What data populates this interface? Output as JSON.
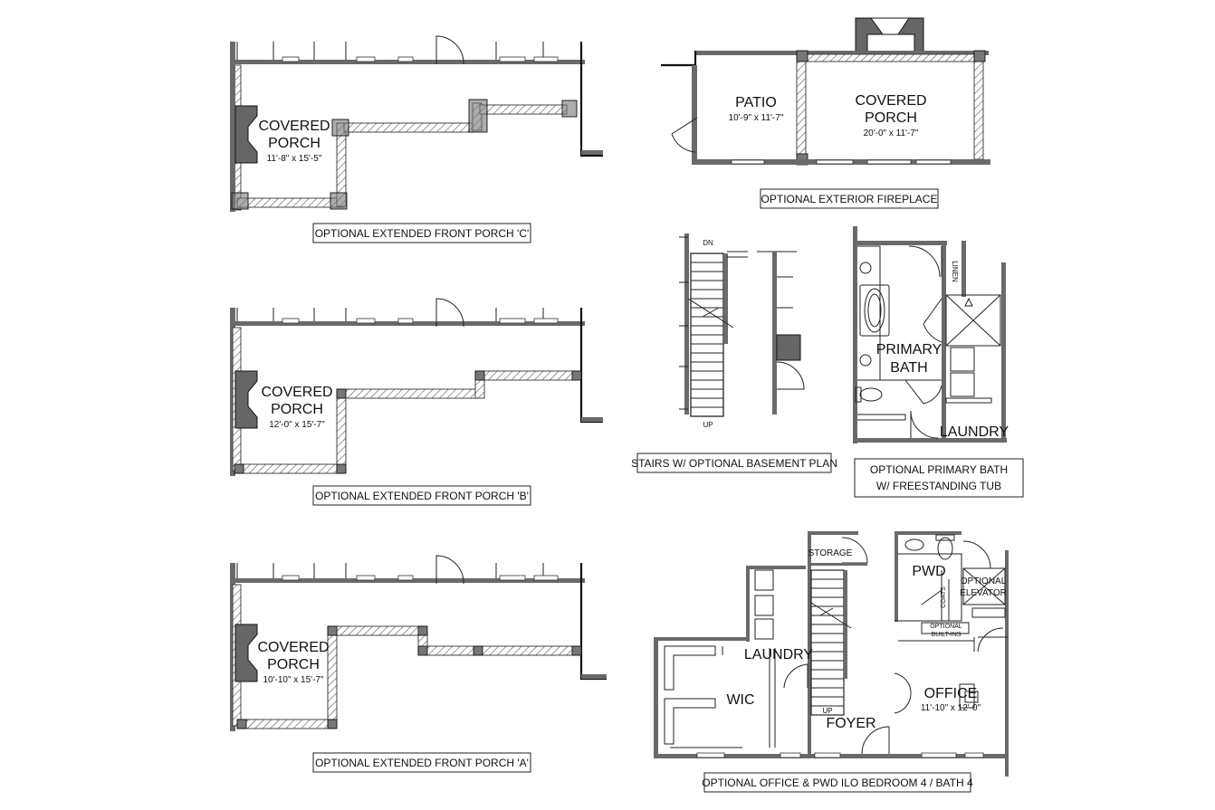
{
  "plans": {
    "porch_c": {
      "room": [
        "COVERED",
        "PORCH"
      ],
      "dims": "11'-8\" x 15'-5\"",
      "caption": "OPTIONAL  EXTENDED FRONT PORCH 'C'"
    },
    "porch_b": {
      "room": [
        "COVERED",
        "PORCH"
      ],
      "dims": "12'-0\" x 15'-7\"",
      "caption": "OPTIONAL  EXTENDED FRONT PORCH 'B'"
    },
    "porch_a": {
      "room": [
        "COVERED",
        "PORCH"
      ],
      "dims": "10'-10\" x 15'-7\"",
      "caption": "OPTIONAL  EXTENDED FRONT PORCH 'A'"
    },
    "fireplace": {
      "patio": "PATIO",
      "patio_dims": "10'-9\" x 11'-7\"",
      "porch": [
        "COVERED",
        "PORCH"
      ],
      "porch_dims": "20'-0\" x 11'-7\"",
      "caption": "OPTIONAL  EXTERIOR FIREPLACE"
    },
    "stairs": {
      "dn": "DN",
      "up": "UP",
      "caption": "STAIRS W/ OPTIONAL BASEMENT PLAN"
    },
    "primary_bath": {
      "room": [
        "PRIMARY",
        "BATH"
      ],
      "linen": "LINEN",
      "laundry": "LAUNDRY",
      "caption": [
        "OPTIONAL  PRIMARY BATH",
        "W/ FREESTANDING TUB"
      ]
    },
    "office": {
      "storage": "STORAGE",
      "pwd": "PWD",
      "coats": "COATS",
      "elevator": [
        "OPTIONAL",
        "ELEVATOR"
      ],
      "builtins": [
        "OPTIONAL",
        "BUILT-INS"
      ],
      "laundry": "LAUNDRY",
      "wic": "WIC",
      "up": "UP",
      "foyer": "FOYER",
      "office": "OFFICE",
      "office_dims": "11'-10\" x 12'-0\"",
      "caption": "OPTIONAL OFFICE & PWD ILO BEDROOM 4 / BATH 4"
    }
  }
}
